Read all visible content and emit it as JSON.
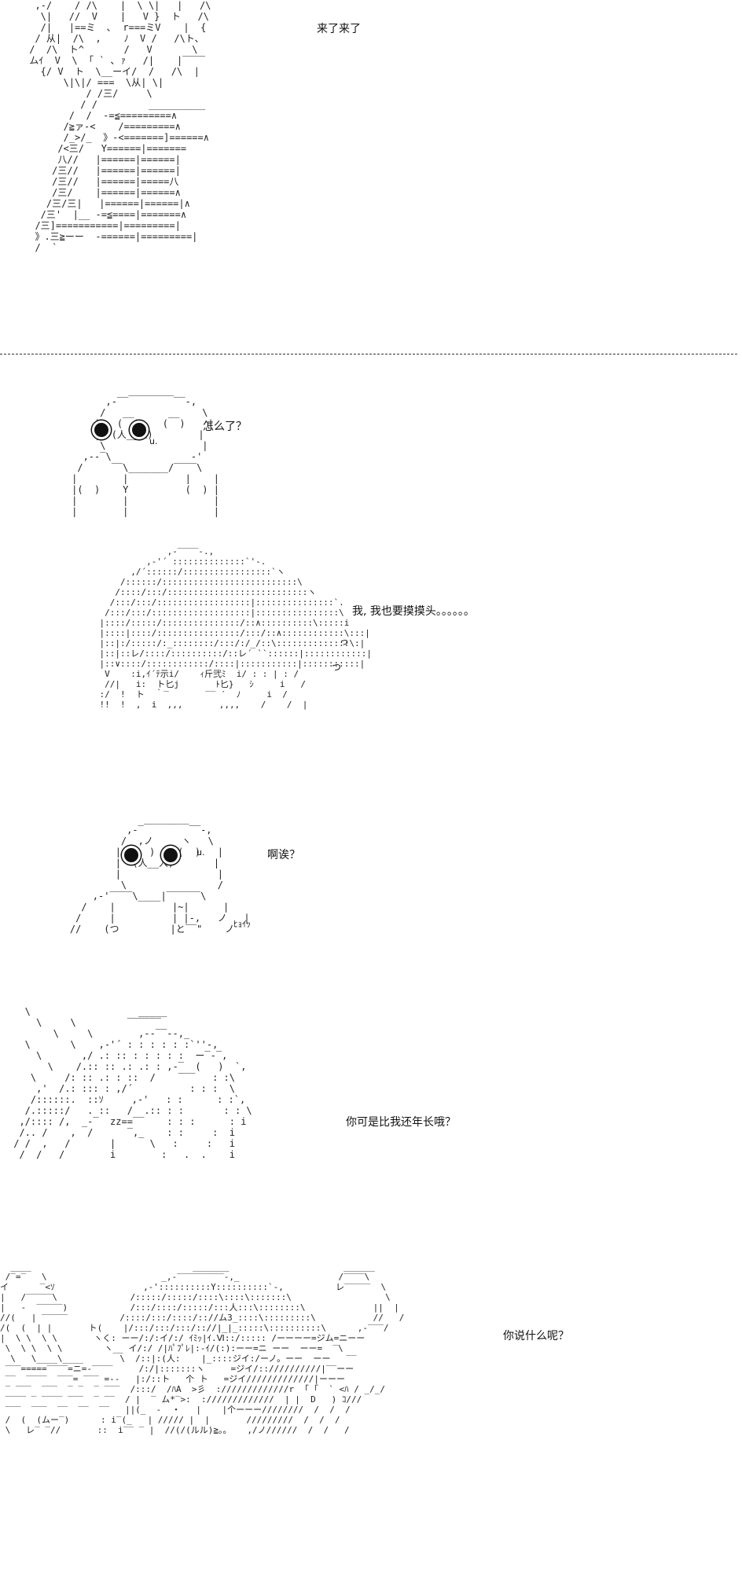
{
  "dialogue": {
    "p1": "来了来了",
    "p2": "怎么了？",
    "p3": "我, 我也要摸摸头。。。。。。",
    "p4": "啊诶？",
    "p5": "你可是比我还年长哦？",
    "p6": "你说什么呢？"
  },
  "sfx": {
    "p2_mouth": "u.",
    "p3_a": "っ",
    "p3_b": "つ",
    "p4_mouth": "u.",
    "p4_sound": "ﾋｮｲｯ"
  }
}
